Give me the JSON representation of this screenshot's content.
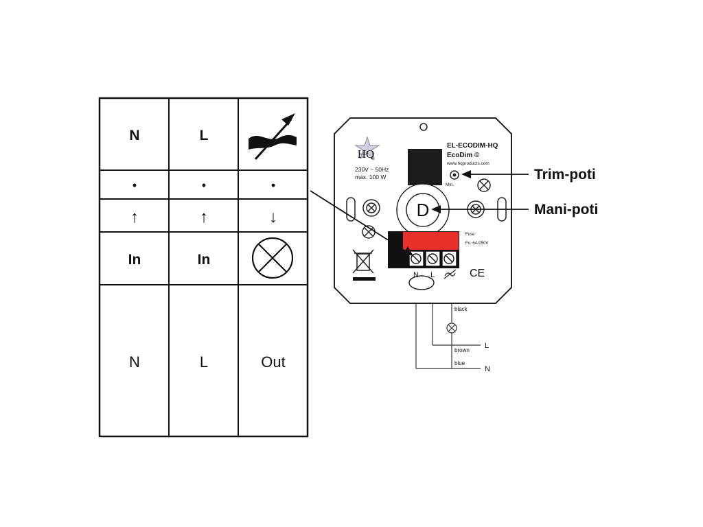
{
  "table": {
    "header": [
      "N",
      "L"
    ],
    "dots": [
      "•",
      "•",
      "•"
    ],
    "arrows": [
      "↑",
      "↑",
      "↓"
    ],
    "roles": [
      "In",
      "In"
    ],
    "bottom": [
      "N",
      "L",
      "Out"
    ]
  },
  "device": {
    "model": "EL-ECODIM-HQ",
    "name": "EcoDim ©",
    "url": "www.hqproducts.com",
    "logo": "HQ",
    "rating_voltage": "230V ~ 50Hz",
    "rating_power": "max. 100 W",
    "min_label": "Min.",
    "fuse_label": "Fuse",
    "fuse_spec": "Fo, 6A/250V",
    "terminal_labels": [
      "N",
      "L"
    ],
    "ce_mark": "CE",
    "knob_letter": "D"
  },
  "callouts": {
    "trim": "Trim-poti",
    "mani": "Mani-poti"
  },
  "wiring": {
    "black": "black",
    "brown": "brown",
    "blue": "blue",
    "L": "L",
    "N": "N"
  },
  "colors": {
    "terminal_block": "#e8302a",
    "line": "#111111"
  }
}
